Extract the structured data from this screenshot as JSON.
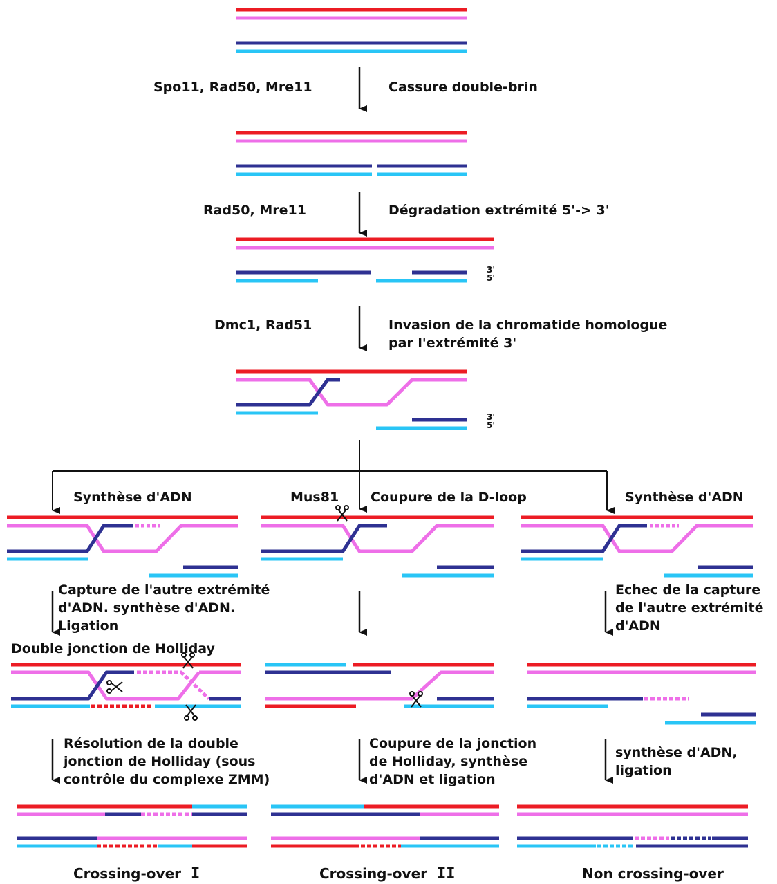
{
  "colors": {
    "red": "#ec1c24",
    "pink": "#ee6fe8",
    "dark_blue": "#2e3192",
    "light_blue": "#29c5f6",
    "arrow": "#111111"
  },
  "icons": [
    "scissors-icon",
    "down-arrow-icon"
  ],
  "steps": {
    "s1": {
      "enzymes": "Spo11, Rad50, Mre11",
      "event": "Cassure double-brin"
    },
    "s2": {
      "enzymes": "Rad50, Mre11",
      "event": "Dégradation extrémité 5'-> 3'"
    },
    "s3": {
      "enzymes": "Dmc1, Rad51",
      "event": "Invasion de la chromatide homologue par l'extrémité 3'"
    }
  },
  "strand_ends": {
    "three": "3'",
    "five": "5'"
  },
  "branches": {
    "left": {
      "title": "Synthèse d'ADN",
      "step": "Capture de l'autre extrémité d'ADN. synthèse d'ADN. Ligation",
      "structure": "Double jonction de Holliday",
      "resolution": "Résolution de la double jonction de Holliday  (sous contrôle du complexe ZMM)",
      "result": "Crossing-over",
      "result_roman": "I"
    },
    "middle": {
      "enzyme": "Mus81",
      "title": "Coupure de la D-loop",
      "resolution": "Coupure de la jonction de Holliday, synthèse d'ADN et ligation",
      "result": "Crossing-over",
      "result_roman": "II"
    },
    "right": {
      "title": "Synthèse d'ADN",
      "step": "Echec de la capture de l'autre extrémité d'ADN",
      "resolution": "synthèse d'ADN, ligation",
      "result": "Non crossing-over"
    }
  }
}
